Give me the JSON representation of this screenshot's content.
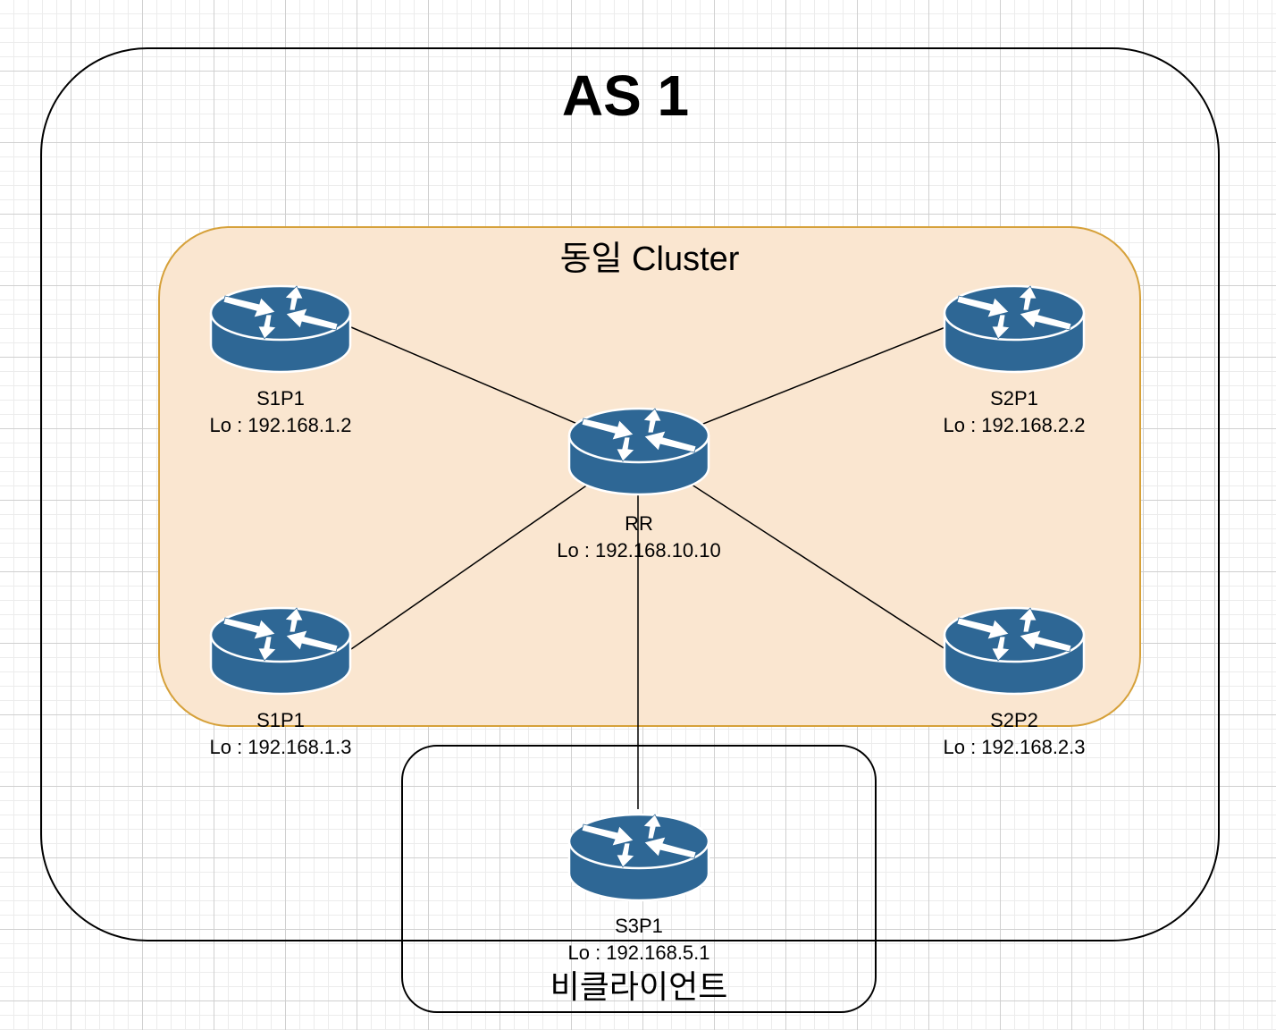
{
  "as_title": "AS 1",
  "cluster_title": "동일 Cluster",
  "client_title": "비클라이언트",
  "nodes": [
    {
      "id": "s1p1_top",
      "name": "S1P1",
      "lo": "Lo : 192.168.1.2"
    },
    {
      "id": "s2p1",
      "name": "S2P1",
      "lo": "Lo : 192.168.2.2"
    },
    {
      "id": "rr",
      "name": "RR",
      "lo": "Lo : 192.168.10.10"
    },
    {
      "id": "s1p1_bottom",
      "name": "S1P1",
      "lo": "Lo : 192.168.1.3"
    },
    {
      "id": "s2p2",
      "name": "S2P2",
      "lo": "Lo : 192.168.2.3"
    },
    {
      "id": "s3p1",
      "name": "S3P1",
      "lo": "Lo : 192.168.5.1"
    }
  ],
  "links": [
    [
      "rr",
      "s1p1_top"
    ],
    [
      "rr",
      "s2p1"
    ],
    [
      "rr",
      "s1p1_bottom"
    ],
    [
      "rr",
      "s2p2"
    ],
    [
      "rr",
      "s3p1"
    ]
  ],
  "colors": {
    "router_fill": "#2e6795",
    "router_stroke": "#ffffff",
    "cluster_fill": "#fae6d0",
    "cluster_border": "#d6a13a"
  },
  "icon": "router-icon"
}
